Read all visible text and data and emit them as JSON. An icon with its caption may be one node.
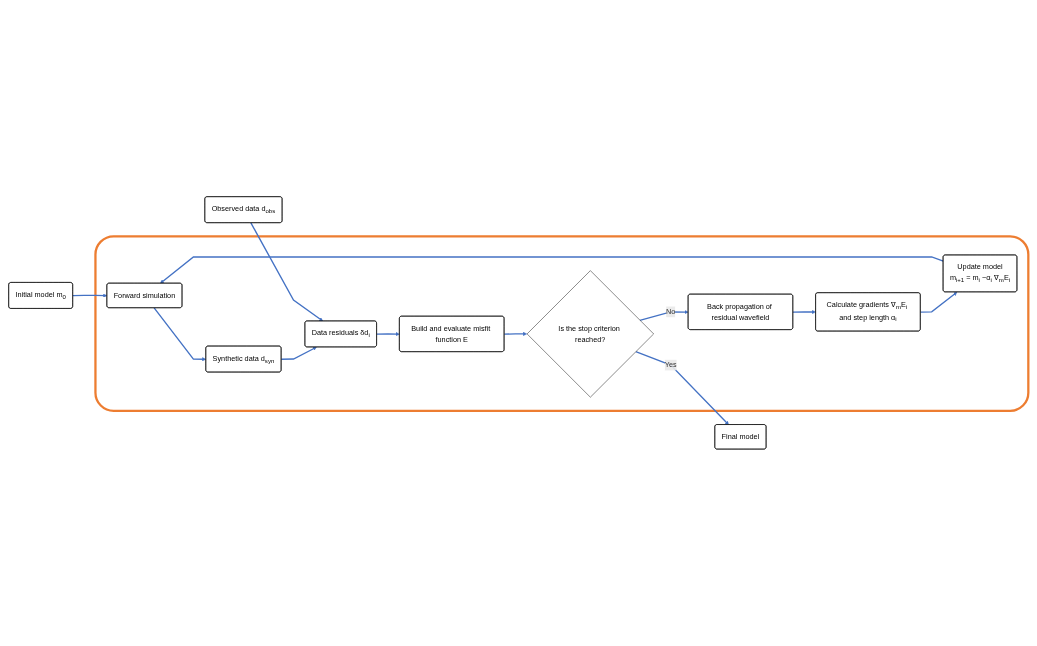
{
  "diagram": {
    "nodes": [
      {
        "text": [
          "Initial model m$_{0}$"
        ]
      },
      {
        "text": [],
        "shape": "box"
      },
      {
        "text": [
          "Forward simulation"
        ],
        "in": 1
      },
      {
        "text": [
          "Synthetic data d$_{syn}$"
        ],
        "in": 1
      },
      {
        "text": [
          "Data residuals δd$_{i}$"
        ],
        "in": 1
      },
      {
        "text": [
          "Build and evaluate misfit function E"
        ],
        "in": 1
      },
      {
        "text": [
          "Update model",
          "m$_{i+1}$ = m$_{i}$ −α$_{i}$ ∇$_{m}$E$_{i}$"
        ],
        "in": 1
      },
      {
        "text": [
          "Calculate gradients ∇$_{m}$E$_{i}$ and step length α$_{i}$"
        ],
        "in": 1
      },
      {
        "text": [
          "Back propagation of residual wavefield"
        ],
        "in": 1
      },
      {
        "text": [
          "Is the stop criterion reached?"
        ],
        "in": 1
      },
      {
        "text": [
          "Observed data d$_{obs}$"
        ]
      },
      {
        "text": [
          "Final model"
        ]
      }
    ],
    "edges": [
      {
        "from": 0,
        "to": 2,
        "arrow": "to"
      },
      {
        "from": 6,
        "to": 2,
        "arrow": "to"
      },
      {
        "from": 2,
        "to": 3,
        "arrow": "to"
      },
      {
        "from": 3,
        "to": 4,
        "arrow": "to"
      },
      {
        "from": 10,
        "to": 4,
        "arrow": "to"
      },
      {
        "from": 4,
        "to": 5,
        "arrow": "to"
      },
      {
        "from": 5,
        "to": 9,
        "arrow": "to"
      },
      {
        "from": 9,
        "to": 8,
        "arrow": "to",
        "label": "No"
      },
      {
        "from": 8,
        "to": 7,
        "arrow": "to"
      },
      {
        "from": 7,
        "to": 6,
        "arrow": "to"
      },
      {
        "from": 9,
        "to": 11,
        "arrow": "to",
        "label": "Yes"
      }
    ]
  }
}
